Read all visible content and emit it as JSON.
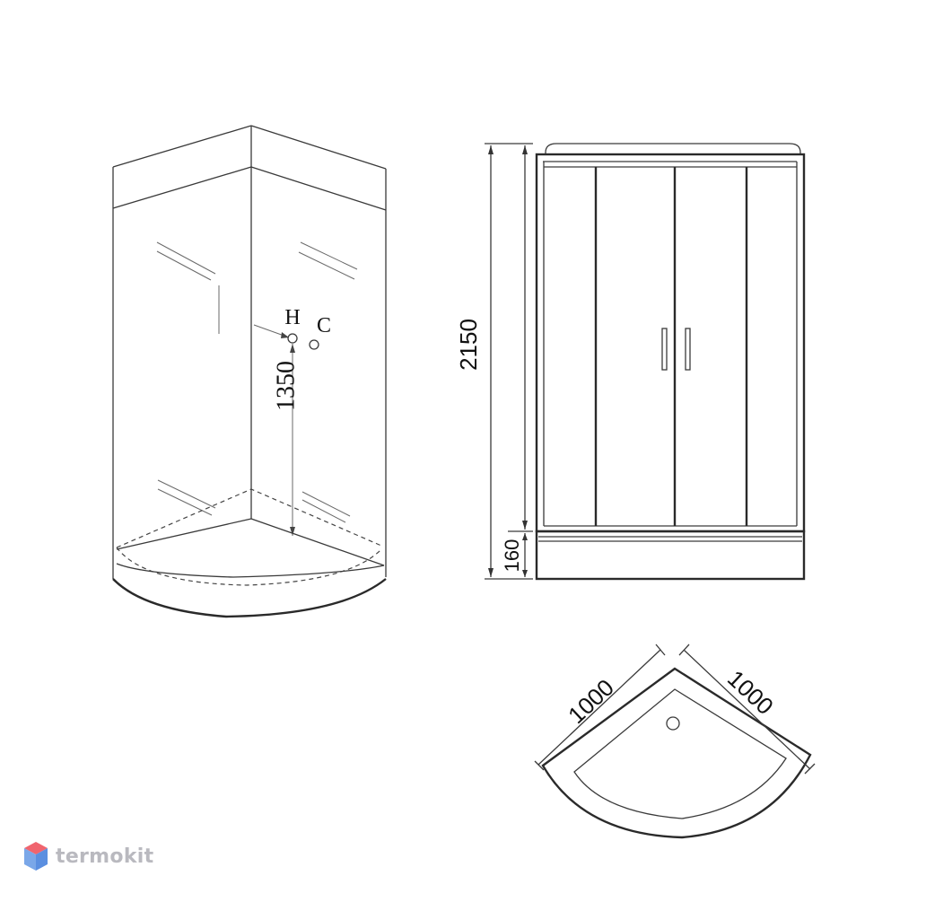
{
  "brand": {
    "name": "termokit",
    "colors": {
      "top": "#f0646e",
      "left": "#7aa7e8",
      "right": "#5b8fe0",
      "text": "#b9b9bf"
    }
  },
  "perspective_view": {
    "hot_label": "H",
    "cold_label": "C",
    "outlet_height": "1350"
  },
  "front_view": {
    "total_height": "2150",
    "tray_height": "160"
  },
  "top_view": {
    "width_left": "1000",
    "width_right": "1000"
  }
}
